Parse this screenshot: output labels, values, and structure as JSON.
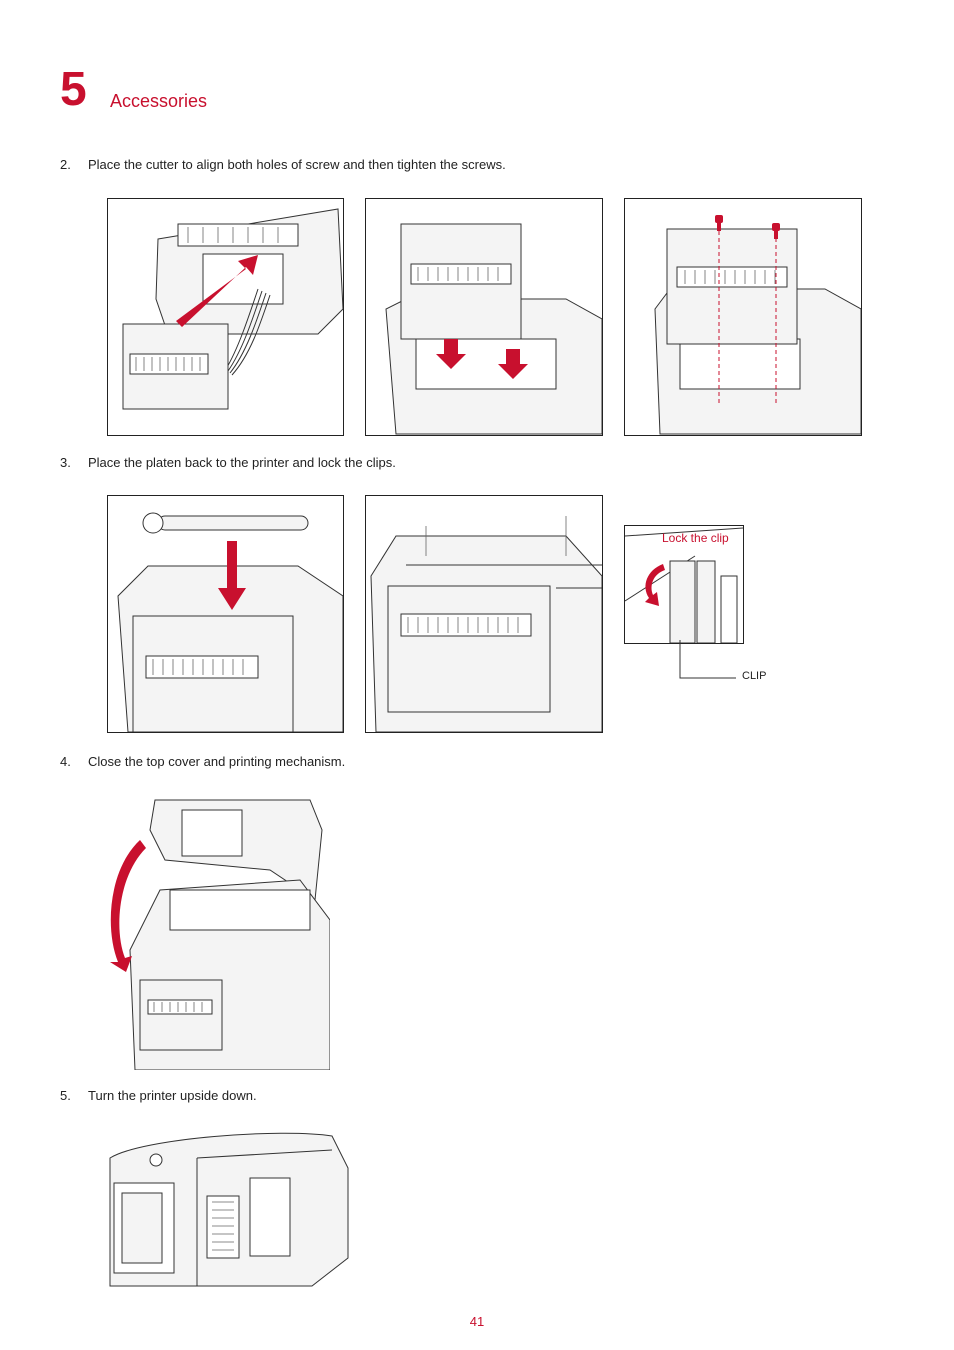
{
  "chapter": {
    "number": "5",
    "title": "Accessories"
  },
  "steps": [
    {
      "num": "2.",
      "text": "Place the cutter to align both holes of screw and then tighten the screws."
    },
    {
      "num": "3.",
      "text": "Place the platen back to the printer and lock the clips."
    },
    {
      "num": "4.",
      "text": "Close the top cover and printing mechanism."
    },
    {
      "num": "5.",
      "text": "Turn the printer upside down."
    }
  ],
  "callouts": {
    "lock_clip": "Lock the clip",
    "clip": "CLIP"
  },
  "page_number": "41",
  "colors": {
    "accent": "#c8102e",
    "text": "#222222"
  }
}
